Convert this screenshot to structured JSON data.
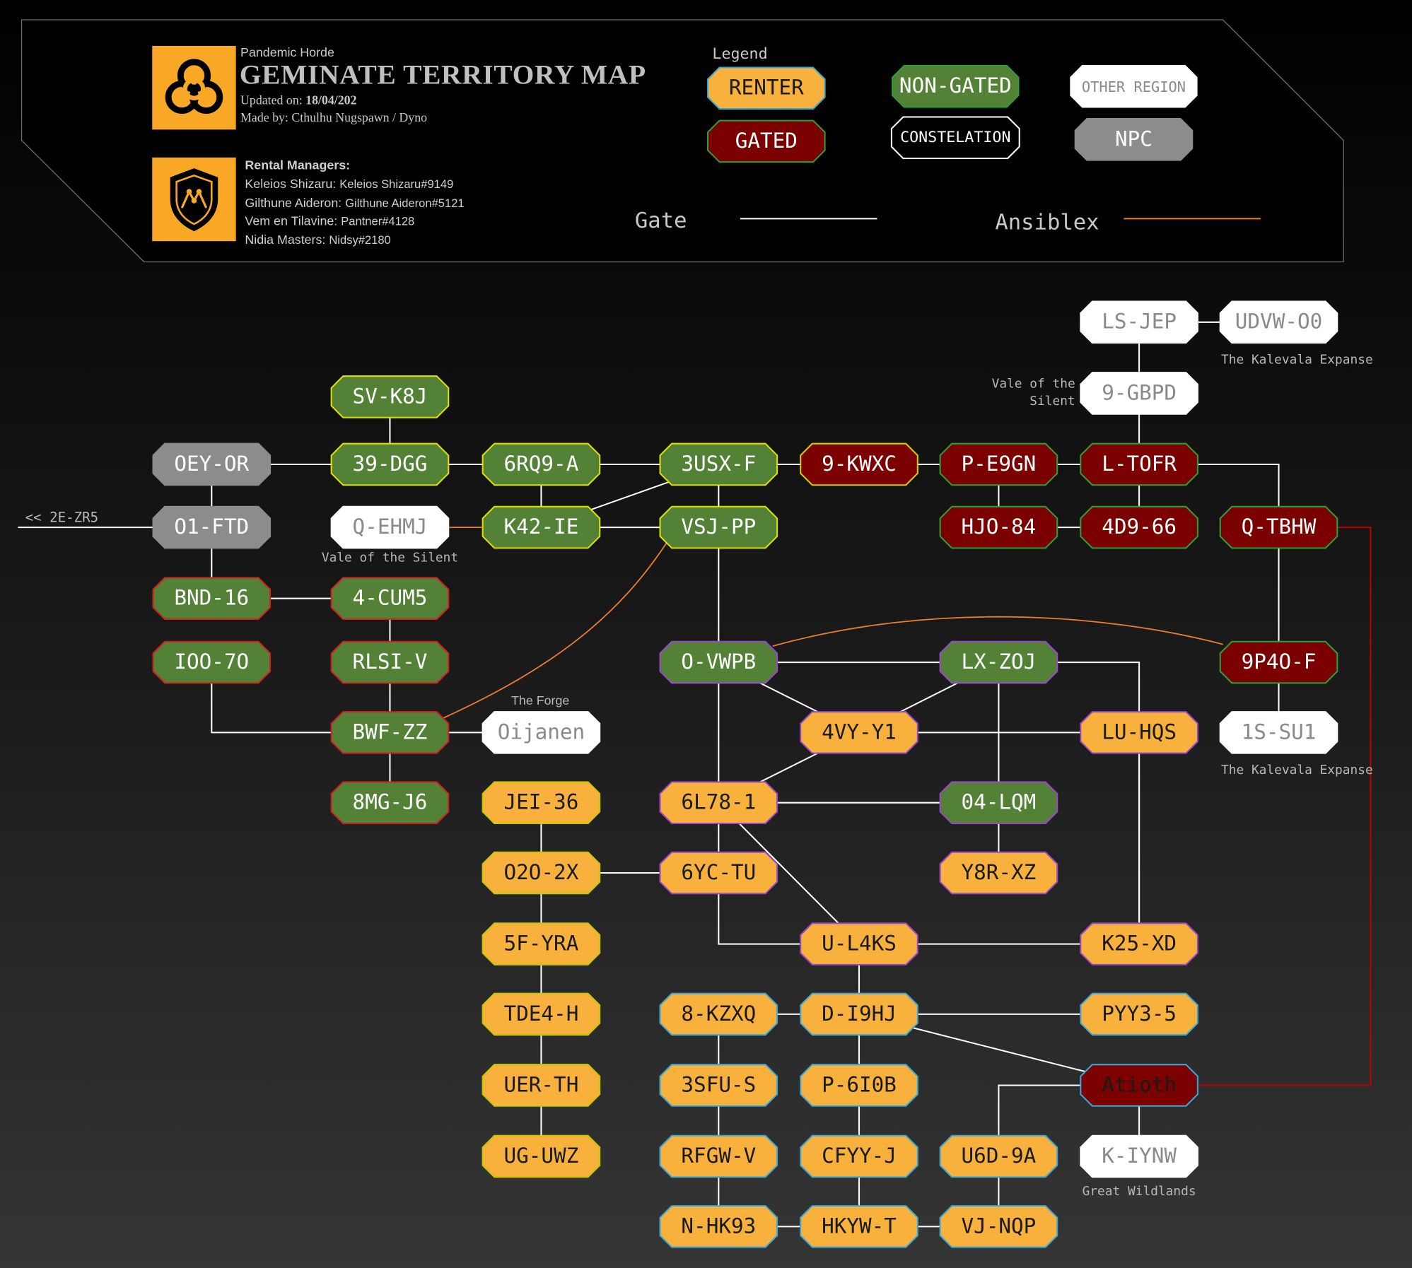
{
  "header": {
    "org": "Pandemic Horde",
    "title": "GEMINATE TERRITORY MAP",
    "updated_label": "Updated on:",
    "updated_value": "18/04/202",
    "made_by": "Made by: Cthulhu Nugspawn / Dyno",
    "managers_title": "Rental Managers:",
    "managers": [
      {
        "name": "Keleios Shizaru:",
        "handle": "Keleios Shizaru#9149"
      },
      {
        "name": "Gilthune Aideron:",
        "handle": "Gilthune Aideron#5121"
      },
      {
        "name": "Vem en Tilavine:",
        "handle": "Pantner#4128"
      },
      {
        "name": "Nidia Masters:",
        "handle": "Nidsy#2180"
      }
    ]
  },
  "legend": {
    "title": "Legend",
    "renter": "RENTER",
    "gated": "GATED",
    "non_gated": "NON-GATED",
    "constelation": "CONSTELATION",
    "other_region": "OTHER REGION",
    "npc": "NPC",
    "gate": "Gate",
    "ansiblex": "Ansiblex"
  },
  "colors": {
    "renter": "#f9b13e",
    "gated": "#7b0000",
    "non_gated": "#538135",
    "npc": "#8c8c8c",
    "other_region": "#ffffff",
    "gate_line": "#ffffff",
    "ansiblex_line": "#ed7d31",
    "jump_line": "#c00000"
  },
  "systems": {
    "SV_K8J": "SV-K8J",
    "OEY_OR": "OEY-OR",
    "DGG39": "39-DGG",
    "RQ9A6": "6RQ9-A",
    "USXF3": "3USX-F",
    "KWXC9": "9-KWXC",
    "PE9GN": "P-E9GN",
    "LTOFR": "L-TOFR",
    "LSJEP": "LS-JEP",
    "UDVWOO": "UDVW-O0",
    "GBPD9": "9-GBPD",
    "O1FTD": "O1-FTD",
    "QEHMJ": "Q-EHMJ",
    "K42IE": "K42-IE",
    "VSJPP": "VSJ-PP",
    "HJO84": "HJO-84",
    "D966": "4D9-66",
    "QTBHW": "Q-TBHW",
    "BND16": "BND-16",
    "CUM5": "4-CUM5",
    "IOO70": "IOO-7O",
    "RLSIV": "RLSI-V",
    "OVWPB": "O-VWPB",
    "LXZOJ": "LX-ZOJ",
    "P4OF9": "9P4O-F",
    "VYY1": "4VY-Y1",
    "LUHQS": "LU-HQS",
    "BWFZZ": "BWF-ZZ",
    "OIJANEN": "Oijanen",
    "SSU1": "1S-SU1",
    "MGJ6": "8MG-J6",
    "JEI36": "JEI-36",
    "L781": "6L78-1",
    "LQM04": "04-LQM",
    "O2O2X": "O2O-2X",
    "YCTU": "6YC-TU",
    "Y8RXZ": "Y8R-XZ",
    "FYRA": "5F-YRA",
    "UL4KS": "U-L4KS",
    "K25XD": "K25-XD",
    "TDE4H": "TDE4-H",
    "KZXQ": "8-KZXQ",
    "DI9HJ": "D-I9HJ",
    "PYY35": "PYY3-5",
    "UERTH": "UER-TH",
    "SFUS": "3SFU-S",
    "P6I0B": "P-6I0B",
    "ATIOTH": "Atioth",
    "UGUWZ": "UG-UWZ",
    "RFGWV": "RFGW-V",
    "CFYYJ": "CFYY-J",
    "U6D9A": "U6D-9A",
    "KIYNW": "K-IYNW",
    "NHK93": "N-HK93",
    "HKYWT": "HKYW-T",
    "VJNQP": "VJ-NQP"
  },
  "notes": {
    "kalevala": "The Kalevala Expanse",
    "vale": "Vale of the Silent",
    "forge": "The Forge",
    "wildlands": "Great Wildlands",
    "offmap": "<< 2E-ZR5"
  }
}
